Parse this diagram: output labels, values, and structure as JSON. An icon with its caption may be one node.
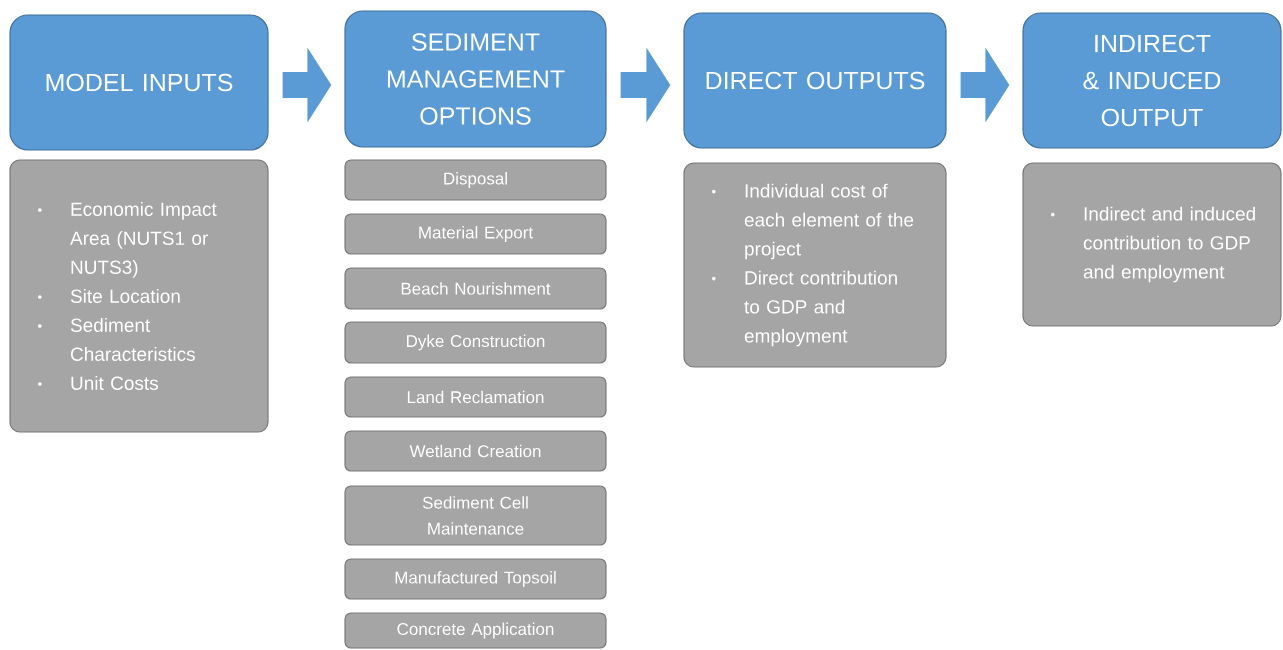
{
  "diagram": {
    "nodes": [
      {
        "text": [
          "MODEL INPUTS"
        ]
      },
      {
        "text": [
          "Economic Impact Area (NUTS1 or NUTS3)",
          "Site Location",
          "Sediment Characteristics",
          "Unit Costs"
        ]
      },
      {
        "text": [
          "SEDIMENT MANAGEMENT OPTIONS"
        ]
      },
      {
        "text": [
          "Disposal"
        ]
      },
      {
        "text": [
          "Material Export"
        ]
      },
      {
        "text": [
          "Beach Nourishment"
        ]
      },
      {
        "text": [
          "Dyke Construction"
        ]
      },
      {
        "text": [
          "Land Reclamation"
        ]
      },
      {
        "text": [
          "Wetland Creation"
        ]
      },
      {
        "text": [
          "Sediment Cell Maintenance"
        ]
      },
      {
        "text": [
          "Manufactured Topsoil"
        ]
      },
      {
        "text": [
          "Concrete Application"
        ]
      },
      {
        "text": [
          "DIRECT OUTPUTS"
        ]
      },
      {
        "text": [
          "Individual cost of each element of the project",
          "Direct contribution to GDP and employment"
        ]
      },
      {
        "text": [
          "INDIRECT & INDUCED OUTPUT"
        ]
      },
      {
        "text": [
          "Indirect and induced contribution to GDP and employment"
        ]
      }
    ],
    "edges": [
      {
        "from": 0,
        "to": 2,
        "arrow": "to"
      },
      {
        "from": 2,
        "to": 12,
        "arrow": "to"
      },
      {
        "from": 12,
        "to": 14,
        "arrow": "to"
      }
    ]
  }
}
